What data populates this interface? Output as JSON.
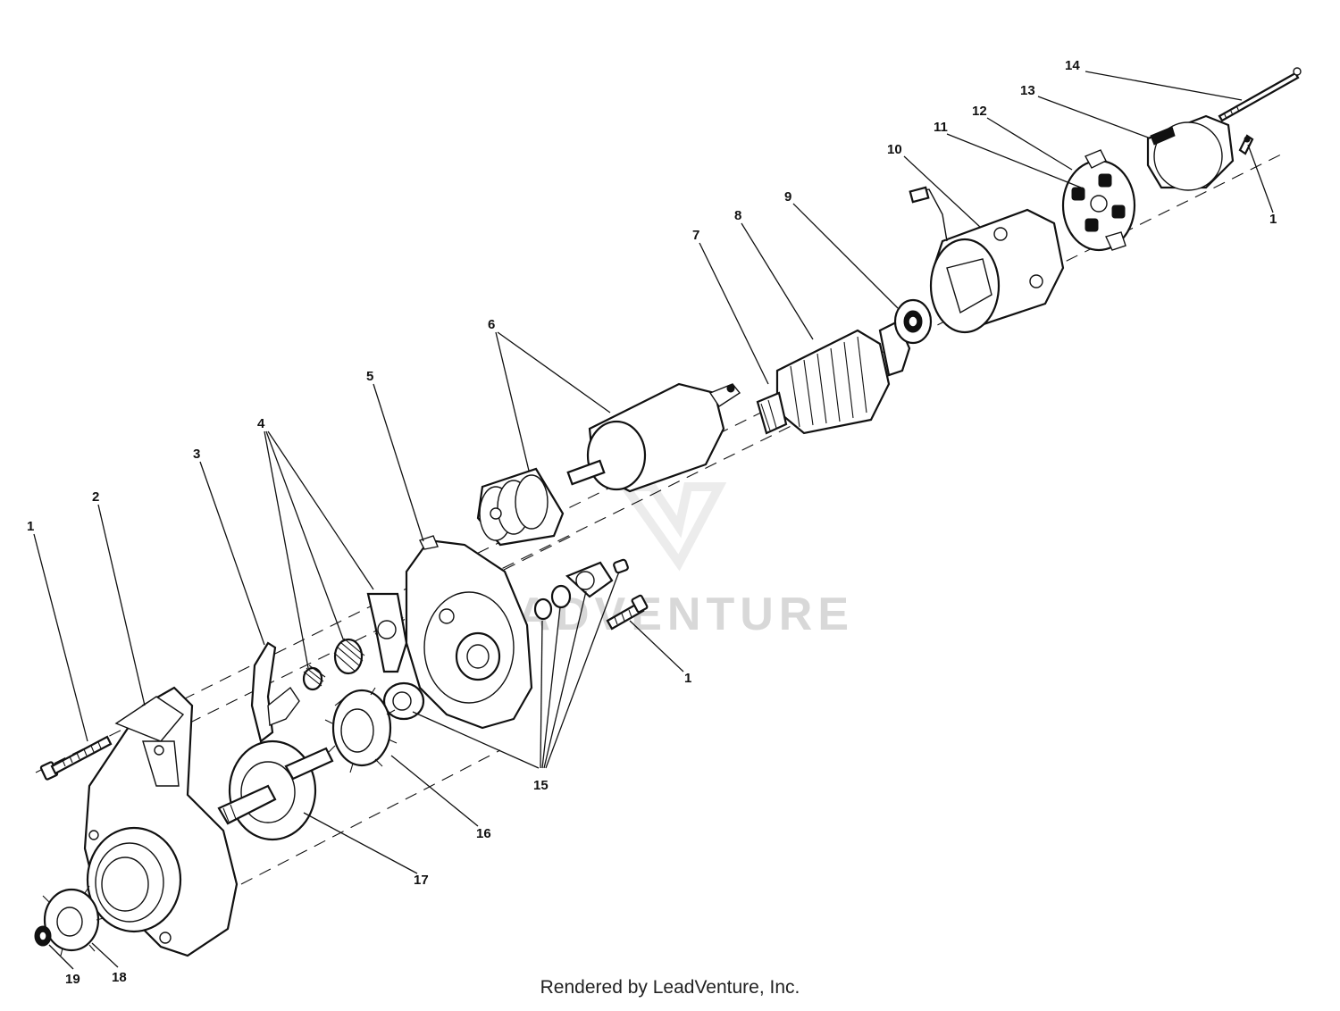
{
  "diagram": {
    "callouts": [
      {
        "id": "c1a",
        "label": "1"
      },
      {
        "id": "c2",
        "label": "2"
      },
      {
        "id": "c3",
        "label": "3"
      },
      {
        "id": "c4",
        "label": "4"
      },
      {
        "id": "c5",
        "label": "5"
      },
      {
        "id": "c6",
        "label": "6"
      },
      {
        "id": "c7",
        "label": "7"
      },
      {
        "id": "c8",
        "label": "8"
      },
      {
        "id": "c9",
        "label": "9"
      },
      {
        "id": "c10",
        "label": "10"
      },
      {
        "id": "c11",
        "label": "11"
      },
      {
        "id": "c12",
        "label": "12"
      },
      {
        "id": "c13",
        "label": "13"
      },
      {
        "id": "c14",
        "label": "14"
      },
      {
        "id": "c1b",
        "label": "1"
      },
      {
        "id": "c1c",
        "label": "1"
      },
      {
        "id": "c15",
        "label": "15"
      },
      {
        "id": "c16",
        "label": "16"
      },
      {
        "id": "c17",
        "label": "17"
      },
      {
        "id": "c18",
        "label": "18"
      },
      {
        "id": "c19",
        "label": "19"
      }
    ],
    "watermark": "LEADVENTURE"
  },
  "footer": {
    "text": "Rendered by LeadVenture, Inc."
  }
}
